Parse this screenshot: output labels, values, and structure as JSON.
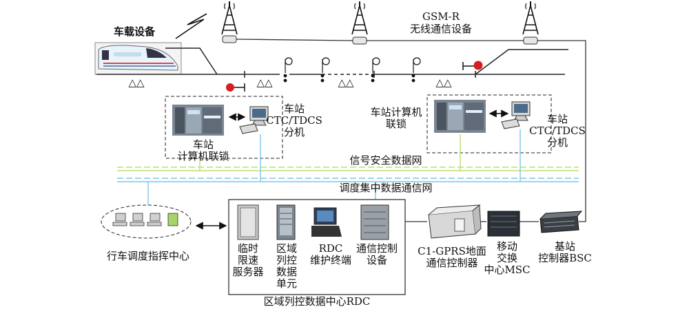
{
  "labels": {
    "vehicle_equipment": "车载设备",
    "gsmr_line1": "GSM-R",
    "gsmr_line2": "无线通信设备",
    "station_interlock_left": "车站\n计算机联锁",
    "station_ctc_left": "车站\nCTC/TDCS\n分机",
    "station_interlock_right": "车站计算机\n联锁",
    "station_ctc_right": "车站\nCTC/TDCS\n分机",
    "signal_safety_network": "信号安全数据网",
    "dispatch_network": "调度集中数据通信网",
    "dispatch_center": "行车调度指挥中心",
    "temp_speed_server": "临时\n限速\n服务器",
    "area_train_control_unit": "区域\n列控\n数据\n单元",
    "rdc_terminal": "RDC\n维护终端",
    "comm_control_equipment": "通信控制\n设备",
    "rdc_center": "区域列控数据中心RDC",
    "c1_gprs_controller": "C1-GPRS地面\n通信控制器",
    "msc": "移动\n交换\n中心MSC",
    "bsc": "基站\n控制器BSC",
    "balise_pair": "△△"
  },
  "colors": {
    "signal_network_line": "#b8e06a",
    "dispatch_network_line": "#7cc6e8",
    "signal_red": "#d62020",
    "train_body": "#e8f3fb",
    "line": "#333333"
  }
}
